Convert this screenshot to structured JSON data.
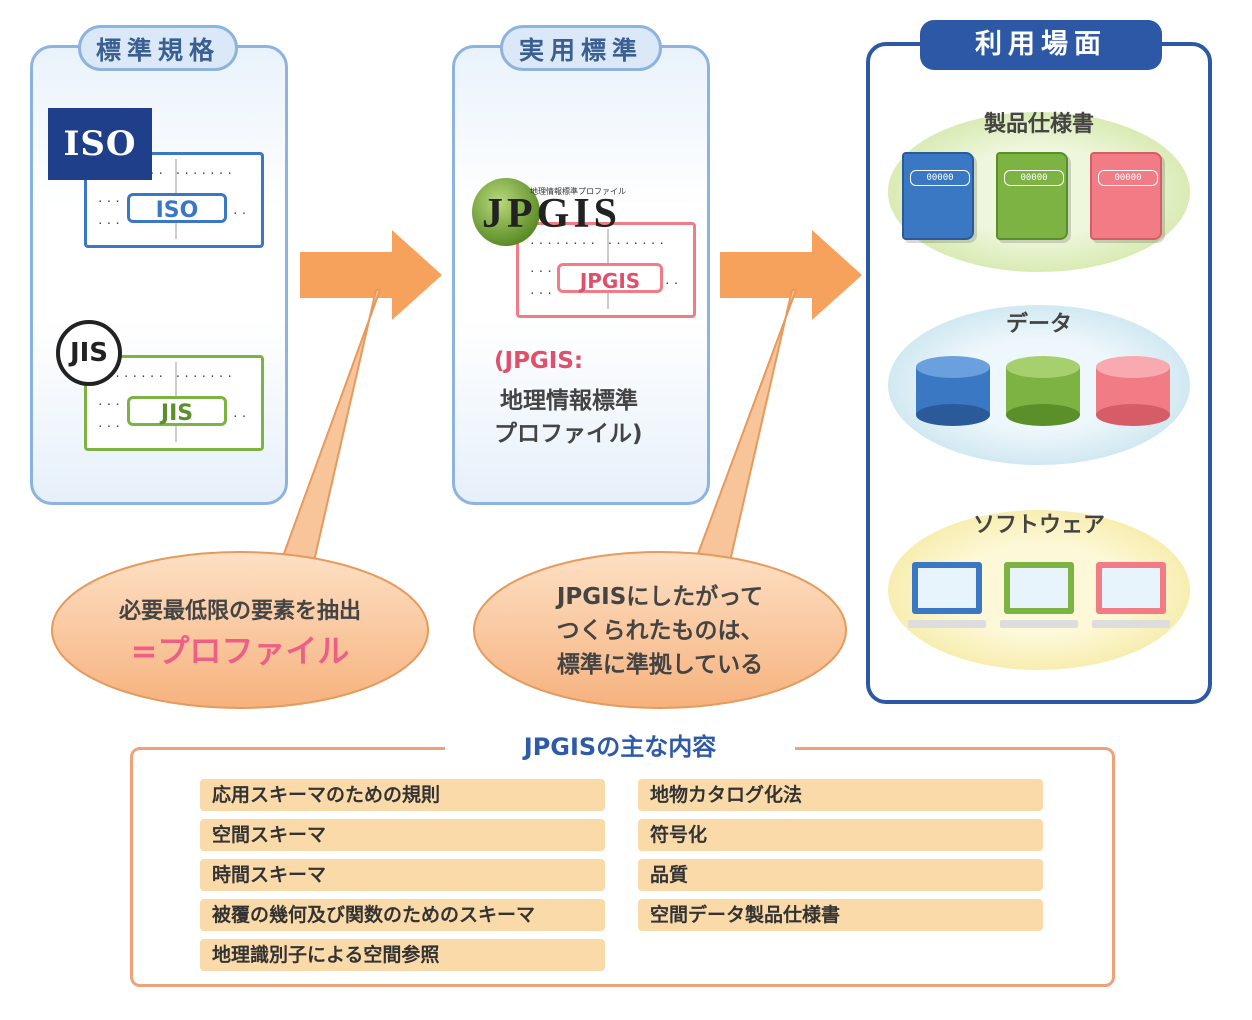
{
  "standards": {
    "title": "標準規格",
    "iso_logo": "ISO",
    "iso_book_label": "ISO",
    "jis_logo": "JIS",
    "jis_book_label": "JIS"
  },
  "practical": {
    "title": "実用標準",
    "logo_small": "地理情報標準プロファイル",
    "logo_text": "JPGIS",
    "book_label": "JPGIS",
    "note_line1": "(JPGIS:",
    "note_line2": "地理情報標準",
    "note_line3": "プロファイル)"
  },
  "usage": {
    "title": "利用場面",
    "groups": [
      {
        "label": "製品仕様書",
        "item_text": "00000"
      },
      {
        "label": "データ"
      },
      {
        "label": "ソフトウェア"
      }
    ]
  },
  "callouts": {
    "left_line1": "必要最低限の要素を抽出",
    "left_line2": "=プロファイル",
    "right_line1": "JPGISにしたがって",
    "right_line2": "つくられたものは、",
    "right_line3": "標準に準拠している"
  },
  "contents": {
    "title": "JPGISの主な内容",
    "left_items": [
      "応用スキーマのための規則",
      "空間スキーマ",
      "時間スキーマ",
      "被覆の幾何及び関数のためのスキーマ",
      "地理識別子による空間参照"
    ],
    "right_items": [
      "地物カタログ化法",
      "符号化",
      "品質",
      "空間データ製品仕様書"
    ]
  },
  "colors": {
    "blue": "#3b78c4",
    "green": "#7cb342",
    "pink": "#f27c86",
    "orange_arrow": "#f7a25c",
    "panel_border": "#8db3e0",
    "usage_border": "#2c58a6"
  }
}
